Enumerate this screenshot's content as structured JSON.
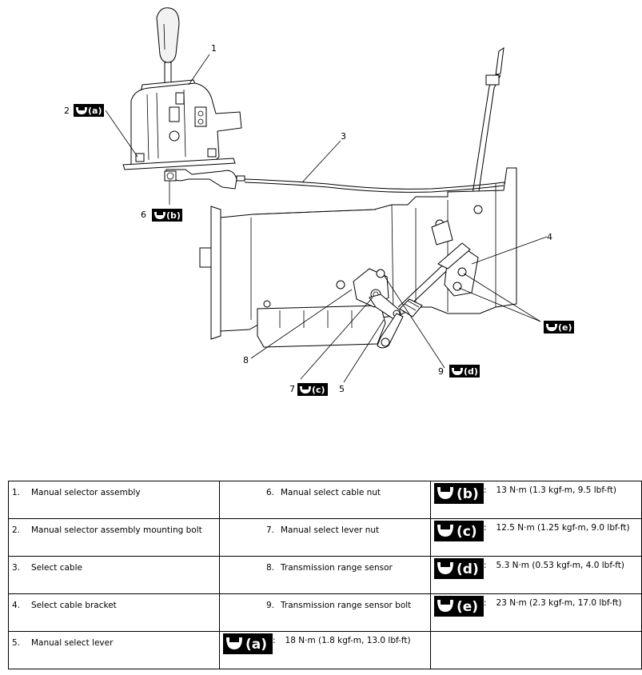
{
  "callouts": {
    "c1": "1",
    "c2": "2",
    "c3": "3",
    "c4": "4",
    "c5": "5",
    "c6": "6",
    "c7": "7",
    "c8": "8",
    "c9": "9"
  },
  "badges": {
    "a": "(a)",
    "b": "(b)",
    "c": "(c)",
    "d": "(d)",
    "e": "(e)"
  },
  "legend": {
    "rows": [
      {
        "left": {
          "num": "1.",
          "text": "Manual selector assembly"
        },
        "mid": {
          "num": "6.",
          "text": "Manual select cable nut"
        },
        "right": {
          "badge": "(b)",
          "sep": ":",
          "text": "13 N·m (1.3 kgf-m, 9.5 lbf-ft)"
        }
      },
      {
        "left": {
          "num": "2.",
          "text": "Manual selector assembly mounting bolt"
        },
        "mid": {
          "num": "7.",
          "text": "Manual select lever nut"
        },
        "right": {
          "badge": "(c)",
          "sep": ":",
          "text": "12.5 N·m (1.25 kgf-m, 9.0 lbf-ft)"
        }
      },
      {
        "left": {
          "num": "3.",
          "text": "Select cable"
        },
        "mid": {
          "num": "8.",
          "text": "Transmission range sensor"
        },
        "right": {
          "badge": "(d)",
          "sep": ":",
          "text": "5.3 N·m (0.53 kgf-m, 4.0 lbf-ft)"
        }
      },
      {
        "left": {
          "num": "4.",
          "text": "Select cable bracket"
        },
        "mid": {
          "num": "9.",
          "text": "Transmission range sensor bolt"
        },
        "right": {
          "badge": "(e)",
          "sep": ":",
          "text": "23 N·m (2.3 kgf-m, 17.0 lbf-ft)"
        }
      },
      {
        "left": {
          "num": "5.",
          "text": "Manual select lever"
        },
        "mid": {
          "badge": "(a)",
          "sep": ":",
          "text": "18 N·m (1.8 kgf-m, 13.0 lbf-ft)"
        },
        "right": {
          "text": ""
        }
      }
    ]
  },
  "icons": {
    "torque": "torque-wrench-icon"
  }
}
